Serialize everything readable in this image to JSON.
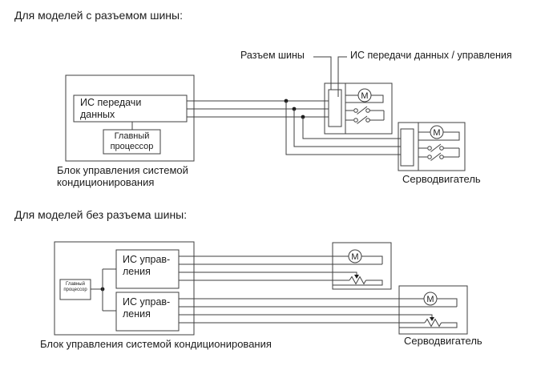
{
  "page": {
    "background": "#ffffff"
  },
  "colors": {
    "line": "#3f3f3f",
    "text": "#1c1c1c"
  },
  "diagram_top": {
    "heading": "Для моделей с разъемом шины:",
    "callouts": {
      "bus_connector": "Разъем шины",
      "data_control_ic": "ИС передачи данных / управления"
    },
    "control_unit": {
      "ic_label_line1": "ИС передачи",
      "ic_label_line2": "данных",
      "cpu_label_line1": "Главный",
      "cpu_label_line2": "процессор",
      "caption_line1": "Блок управления системой",
      "caption_line2": "кондиционирования"
    },
    "servo": {
      "caption": "Серводвигатель",
      "motor_symbol": "M"
    }
  },
  "diagram_bottom": {
    "heading": "Для моделей без разъема шины:",
    "control_unit": {
      "ic1_label_line1": "ИС управ-",
      "ic1_label_line2": "ления",
      "ic2_label_line1": "ИС управ-",
      "ic2_label_line2": "ления",
      "cpu_label_line1": "Главный",
      "cpu_label_line2": "процессор",
      "caption": "Блок управления системой кондиционирования"
    },
    "servo": {
      "caption": "Серводвигатель",
      "motor_symbol": "M"
    }
  }
}
